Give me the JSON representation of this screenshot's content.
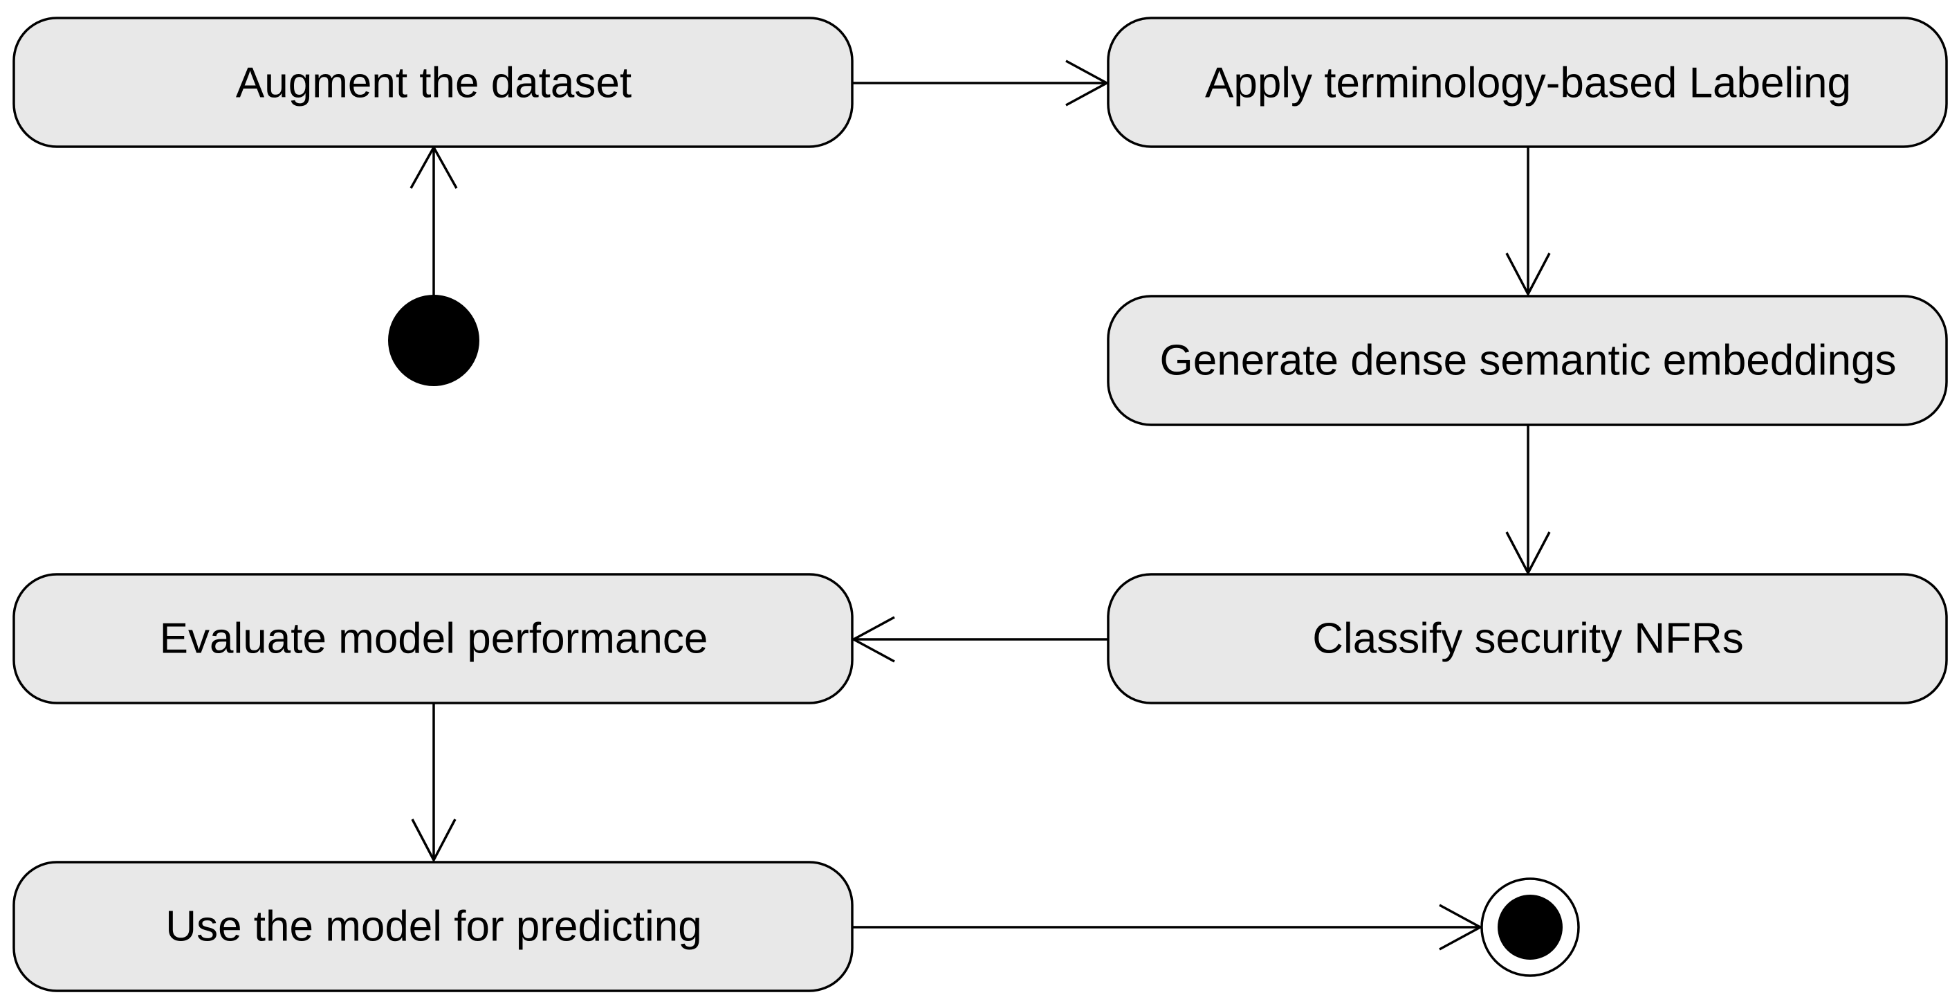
{
  "diagram": {
    "type": "activity-diagram",
    "colors": {
      "box_fill": "#e8e8e8",
      "stroke": "#000000",
      "node_fill": "#000000",
      "background": "#ffffff"
    },
    "nodes": [
      {
        "id": "augment",
        "label": "Augment the dataset"
      },
      {
        "id": "labeling",
        "label": "Apply terminology-based Labeling"
      },
      {
        "id": "embeddings",
        "label": "Generate dense semantic embeddings"
      },
      {
        "id": "classify",
        "label": "Classify security NFRs"
      },
      {
        "id": "evaluate",
        "label": "Evaluate model performance"
      },
      {
        "id": "predict",
        "label": "Use the model for predicting"
      }
    ],
    "initial_node": {
      "id": "start",
      "target": "augment"
    },
    "final_node": {
      "id": "end",
      "source": "predict"
    },
    "edges": [
      {
        "from": "start",
        "to": "augment"
      },
      {
        "from": "augment",
        "to": "labeling"
      },
      {
        "from": "labeling",
        "to": "embeddings"
      },
      {
        "from": "embeddings",
        "to": "classify"
      },
      {
        "from": "classify",
        "to": "evaluate"
      },
      {
        "from": "evaluate",
        "to": "predict"
      },
      {
        "from": "predict",
        "to": "end"
      }
    ]
  }
}
